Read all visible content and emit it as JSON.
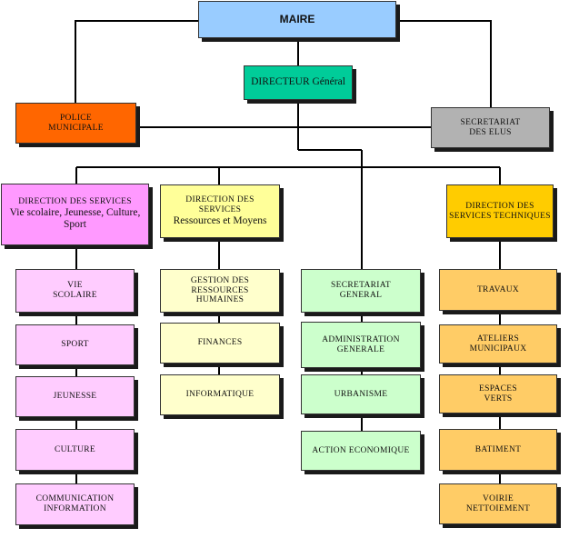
{
  "maire": "MAIRE",
  "directeur": "DIRECTEUR Général",
  "police": [
    "POLICE",
    "MUNICIPALE"
  ],
  "secretariat_elus": [
    "SECRETARIAT",
    "DES ELUS"
  ],
  "dir_vie_scolaire": [
    "DIRECTION DES SERVICES",
    "Vie scolaire, Jeunesse, Culture,",
    "Sport"
  ],
  "dir_ressources": [
    "DIRECTION DES",
    "SERVICES",
    "Ressources et Moyens"
  ],
  "dir_techniques": [
    "DIRECTION DES",
    "SERVICES TECHNIQUES"
  ],
  "col1": [
    [
      "VIE",
      "SCOLAIRE"
    ],
    [
      "SPORT"
    ],
    [
      "JEUNESSE"
    ],
    [
      "CULTURE"
    ],
    [
      "COMMUNICATION",
      "INFORMATION"
    ]
  ],
  "col2": [
    [
      "GESTION DES",
      "RESSOURCES",
      "HUMAINES"
    ],
    [
      "FINANCES"
    ],
    [
      "INFORMATIQUE"
    ]
  ],
  "col3": [
    [
      "SECRETARIAT",
      "GENERAL"
    ],
    [
      "ADMINISTRATION",
      "GENERALE"
    ],
    [
      "URBANISME"
    ],
    [
      "ACTION ECONOMIQUE"
    ]
  ],
  "col4": [
    [
      "TRAVAUX"
    ],
    [
      "ATELIERS",
      "MUNICIPAUX"
    ],
    [
      "ESPACES",
      "VERTS"
    ],
    [
      "BATIMENT"
    ],
    [
      "VOIRIE",
      "NETTOIEMENT"
    ]
  ],
  "colors": {
    "maire": "#99ccff",
    "directeur": "#00cc99",
    "police": "#ff6600",
    "secretariat_elus": "#b2b2b2",
    "vie_scolaire": "#ff99ff",
    "ressources": "#ffff99",
    "techniques": "#ffcc00"
  }
}
